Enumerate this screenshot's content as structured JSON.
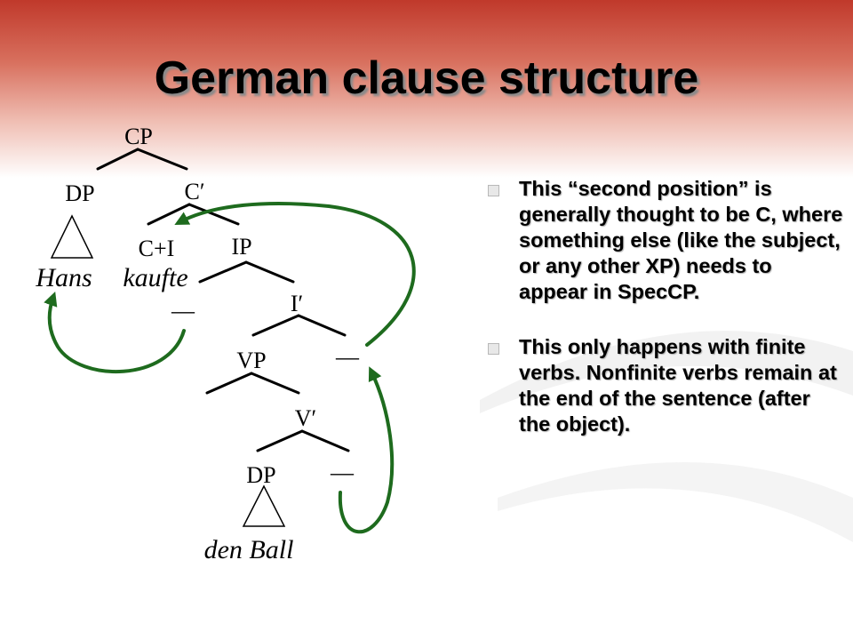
{
  "slide": {
    "title": "German clause structure"
  },
  "tree": {
    "nodes": {
      "cp": "CP",
      "dp_spec": "DP",
      "c_bar": "C′",
      "c_head": "C+I",
      "ip": "IP",
      "i_bar": "I′",
      "vp": "VP",
      "v_bar": "V′",
      "dp_obj": "DP"
    },
    "words": {
      "hans": "Hans",
      "kaufte": "kaufte",
      "den_ball": "den Ball"
    },
    "traces": {
      "spec_ip": "—",
      "i_head": "—",
      "v_head": "—"
    },
    "colors": {
      "arrow": "#1e6b1e",
      "branch": "#000000"
    }
  },
  "bullets": [
    "This “second position” is generally thought to be C, where something else (like the subject, or any other XP) needs to appear in SpecCP.",
    "This only happens with finite verbs. Nonfinite verbs remain at the end of the sentence (after the object)."
  ]
}
